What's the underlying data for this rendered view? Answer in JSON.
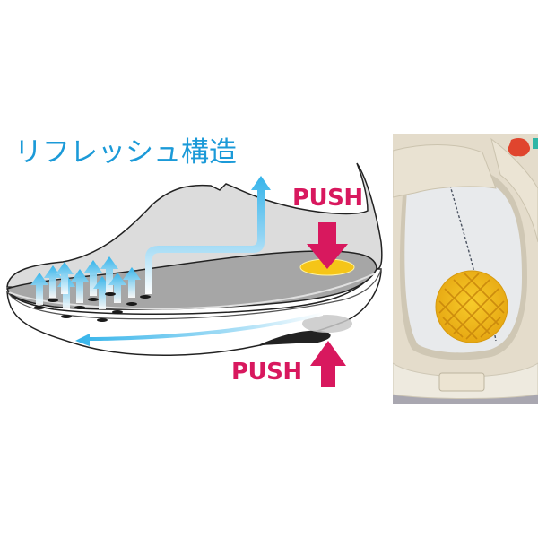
{
  "diagram": {
    "title": "リフレッシュ構造",
    "push_top_label": "PUSH",
    "push_bottom_label": "PUSH",
    "colors": {
      "title": "#1b9ad8",
      "push": "#d8185e",
      "airflow": "#35b4ea",
      "insole": "#a6a6a6",
      "upper": "#dcdcdc",
      "heel_pad": "#f5c518"
    }
  },
  "photo": {
    "subject": "shoe-insole-with-yellow-heel-pad",
    "colors": {
      "leather": "#e4dccb",
      "insole": "#e8eaec",
      "pad": "#f0b818",
      "background": "#a9a7b0"
    }
  }
}
